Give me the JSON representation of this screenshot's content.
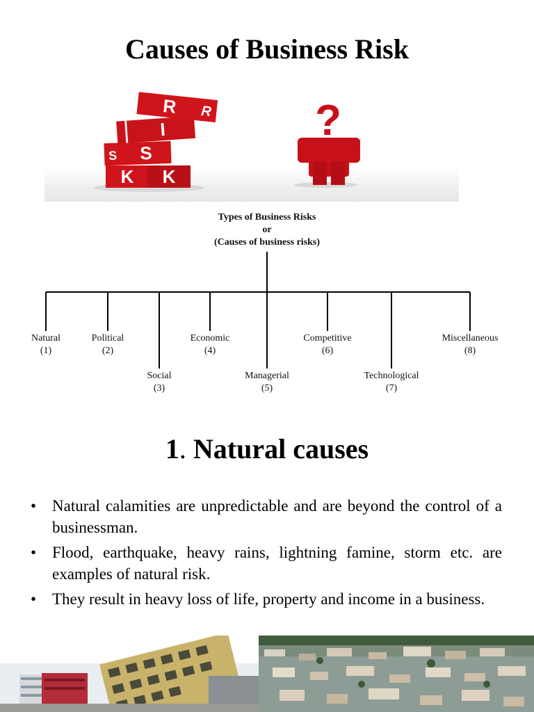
{
  "title": "Causes of Business Risk",
  "hero": {
    "block_letters": [
      "R",
      "I",
      "S",
      "K",
      "K"
    ],
    "side_letters": [
      "R",
      "S"
    ],
    "question_mark": "?",
    "colors": {
      "block_red": "#d0141b",
      "figure_red": "#c8101a"
    }
  },
  "diagram": {
    "root": {
      "line1": "Types of Business Risks",
      "line2": "or",
      "line3": "(Causes of business risks)"
    },
    "branches": [
      {
        "name": "Natural",
        "number": "(1)"
      },
      {
        "name": "Political",
        "number": "(2)"
      },
      {
        "name": "Social",
        "number": "(3)"
      },
      {
        "name": "Economic",
        "number": "(4)"
      },
      {
        "name": "Managerial",
        "number": "(5)"
      },
      {
        "name": "Competitive",
        "number": "(6)"
      },
      {
        "name": "Technological",
        "number": "(7)"
      },
      {
        "name": "Miscellaneous",
        "number": "(8)"
      }
    ]
  },
  "section": {
    "number": "1",
    "dot": ".",
    "heading": " Natural causes"
  },
  "bullets": [
    {
      "marker": "•",
      "text": "Natural calamities are unpredictable and are beyond the control of a businessman."
    },
    {
      "marker": "•",
      "text": "Flood, earthquake, heavy rains, lightning famine, storm etc. are examples of natural risk."
    },
    {
      "marker": "•",
      "text": "They result in heavy loss of life, property and income in a business."
    }
  ],
  "photos": [
    {
      "icon": "collapsed-building-photo"
    },
    {
      "icon": "flooded-town-photo"
    }
  ]
}
